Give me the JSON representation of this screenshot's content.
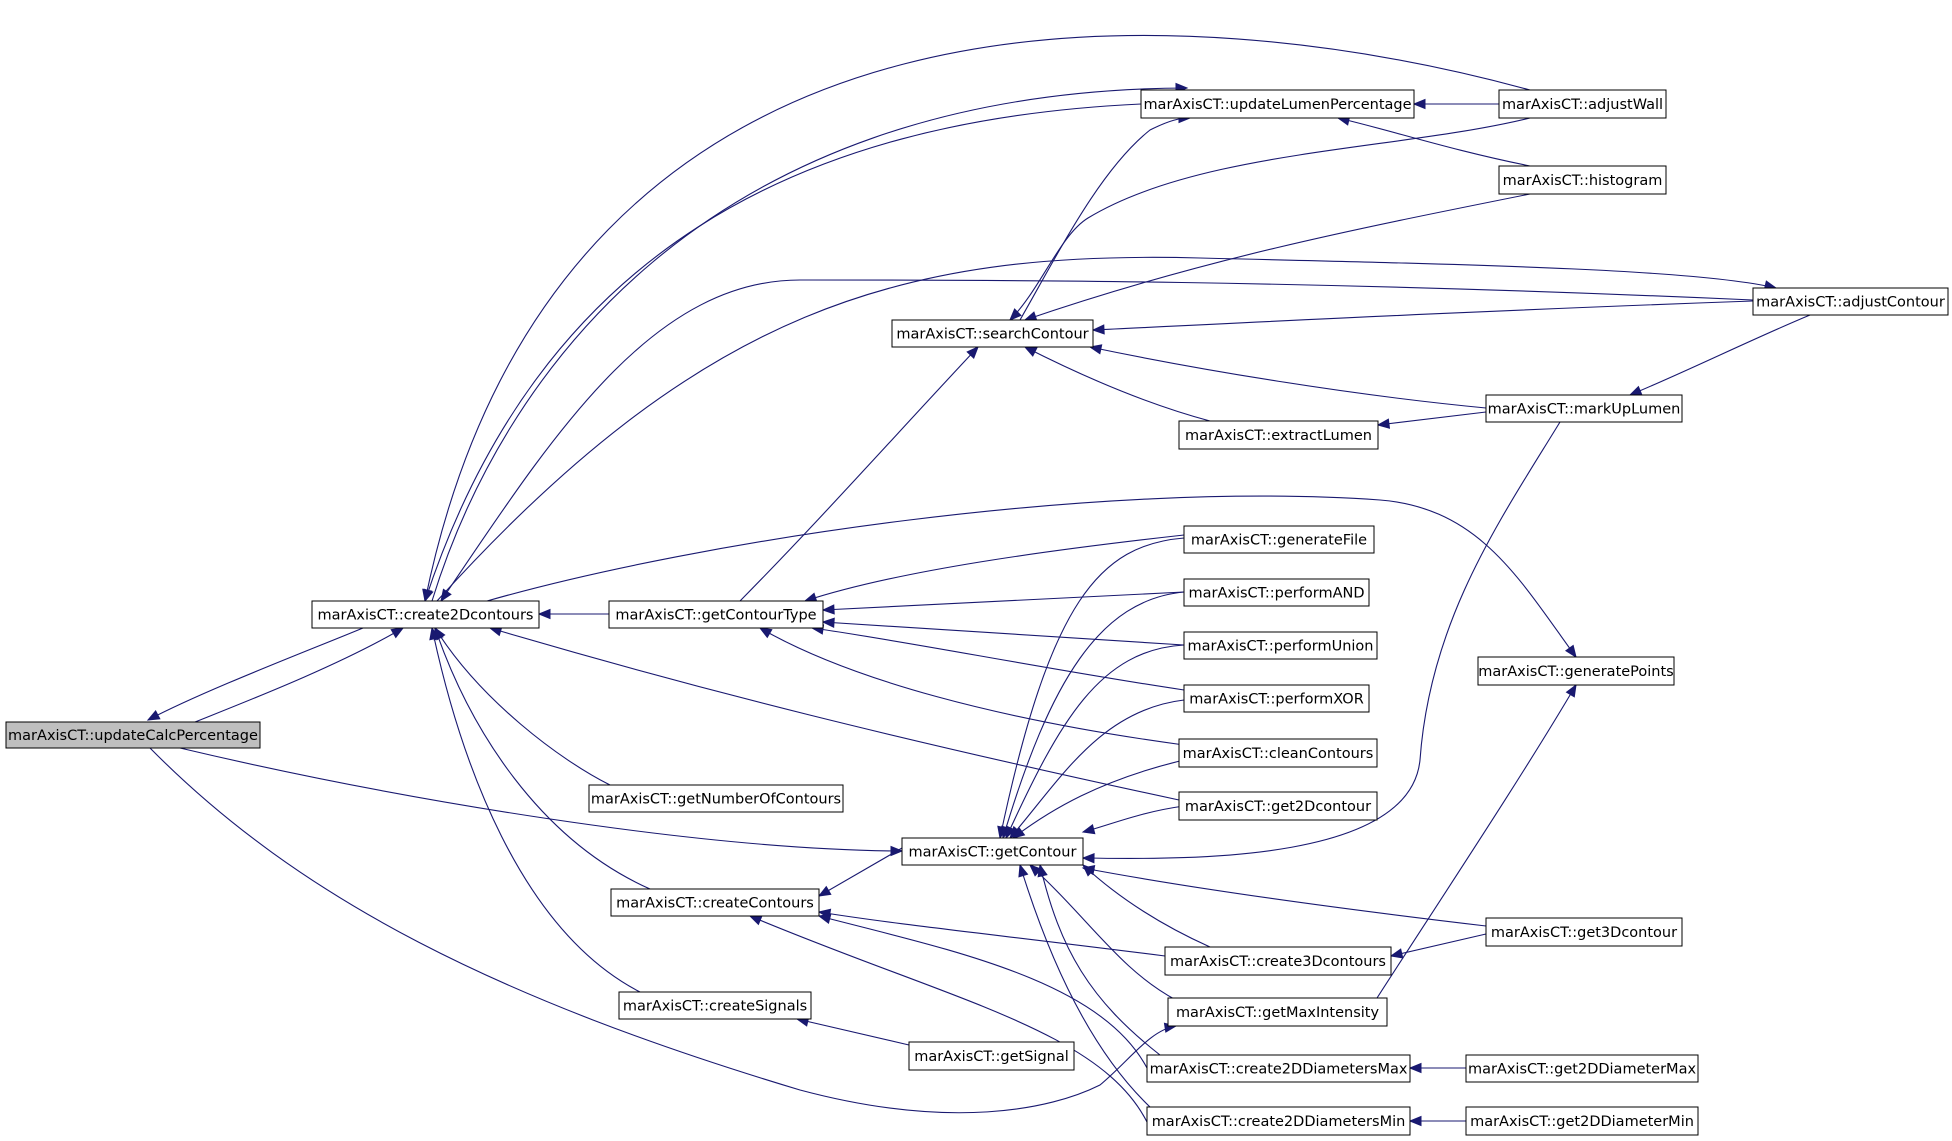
{
  "nodes": {
    "updateCalcPercentage": "marAxisCT::updateCalcPercentage",
    "create2Dcontours": "marAxisCT::create2Dcontours",
    "getContourType": "marAxisCT::getContourType",
    "searchContour": "marAxisCT::searchContour",
    "updateLumenPercentage": "marAxisCT::updateLumenPercentage",
    "adjustWall": "marAxisCT::adjustWall",
    "histogram": "marAxisCT::histogram",
    "adjustContour": "marAxisCT::adjustContour",
    "markUpLumen": "marAxisCT::markUpLumen",
    "extractLumen": "marAxisCT::extractLumen",
    "generateFile": "marAxisCT::generateFile",
    "performAND": "marAxisCT::performAND",
    "performUnion": "marAxisCT::performUnion",
    "performXOR": "marAxisCT::performXOR",
    "generatePoints": "marAxisCT::generatePoints",
    "cleanContours": "marAxisCT::cleanContours",
    "getNumberOfContours": "marAxisCT::getNumberOfContours",
    "get2Dcontour": "marAxisCT::get2Dcontour",
    "getContour": "marAxisCT::getContour",
    "createContours": "marAxisCT::createContours",
    "get3Dcontour": "marAxisCT::get3Dcontour",
    "create3Dcontours": "marAxisCT::create3Dcontours",
    "createSignals": "marAxisCT::createSignals",
    "getMaxIntensity": "marAxisCT::getMaxIntensity",
    "getSignal": "marAxisCT::getSignal",
    "create2DDiametersMax": "marAxisCT::create2DDiametersMax",
    "get2DDiameterMax": "marAxisCT::get2DDiameterMax",
    "create2DDiametersMin": "marAxisCT::create2DDiametersMin",
    "get2DDiameterMin": "marAxisCT::get2DDiameterMin"
  },
  "edges": [
    [
      "create2Dcontours",
      "updateCalcPercentage"
    ],
    [
      "updateCalcPercentage",
      "create2Dcontours"
    ],
    [
      "getContourType",
      "create2Dcontours"
    ],
    [
      "create2Dcontours",
      "updateLumenPercentage"
    ],
    [
      "updateLumenPercentage",
      "create2Dcontours"
    ],
    [
      "adjustWall",
      "create2Dcontours"
    ],
    [
      "create2Dcontours",
      "adjustContour"
    ],
    [
      "adjustContour",
      "create2Dcontours"
    ],
    [
      "create2Dcontours",
      "generatePoints"
    ],
    [
      "getNumberOfContours",
      "create2Dcontours"
    ],
    [
      "get2Dcontour",
      "create2Dcontours"
    ],
    [
      "createContours",
      "create2Dcontours"
    ],
    [
      "createSignals",
      "create2Dcontours"
    ],
    [
      "updateCalcPercentage",
      "getContour"
    ],
    [
      "updateCalcPercentage",
      "getMaxIntensity"
    ],
    [
      "adjustWall",
      "updateLumenPercentage"
    ],
    [
      "histogram",
      "updateLumenPercentage"
    ],
    [
      "searchContour",
      "updateLumenPercentage"
    ],
    [
      "adjustWall",
      "searchContour"
    ],
    [
      "histogram",
      "searchContour"
    ],
    [
      "adjustContour",
      "searchContour"
    ],
    [
      "markUpLumen",
      "searchContour"
    ],
    [
      "extractLumen",
      "searchContour"
    ],
    [
      "getContourType",
      "searchContour"
    ],
    [
      "markUpLumen",
      "extractLumen"
    ],
    [
      "markUpLumen",
      "adjustContour"
    ],
    [
      "generateFile",
      "getContourType"
    ],
    [
      "performAND",
      "getContourType"
    ],
    [
      "performUnion",
      "getContourType"
    ],
    [
      "performXOR",
      "getContourType"
    ],
    [
      "cleanContours",
      "getContourType"
    ],
    [
      "generateFile",
      "getContour"
    ],
    [
      "performAND",
      "getContour"
    ],
    [
      "performUnion",
      "getContour"
    ],
    [
      "performXOR",
      "getContour"
    ],
    [
      "cleanContours",
      "getContour"
    ],
    [
      "get2Dcontour",
      "getContour"
    ],
    [
      "markUpLumen",
      "getContour"
    ],
    [
      "get3Dcontour",
      "getContour"
    ],
    [
      "create3Dcontours",
      "getContour"
    ],
    [
      "getMaxIntensity",
      "getContour"
    ],
    [
      "create2DDiametersMax",
      "getContour"
    ],
    [
      "create2DDiametersMin",
      "getContour"
    ],
    [
      "getContour",
      "createContours"
    ],
    [
      "create3Dcontours",
      "createContours"
    ],
    [
      "create2DDiametersMax",
      "createContours"
    ],
    [
      "create2DDiametersMin",
      "createContours"
    ],
    [
      "get3Dcontour",
      "create3Dcontours"
    ],
    [
      "getSignal",
      "createSignals"
    ],
    [
      "getMaxIntensity",
      "generatePoints"
    ],
    [
      "get2DDiameterMax",
      "create2DDiametersMax"
    ],
    [
      "get2DDiameterMin",
      "create2DDiametersMin"
    ]
  ],
  "focus_node": "updateCalcPercentage",
  "colors": {
    "edge": "#191970",
    "node_border": "#000000",
    "focus_fill": "#bfbfbf",
    "node_fill": "#ffffff"
  }
}
